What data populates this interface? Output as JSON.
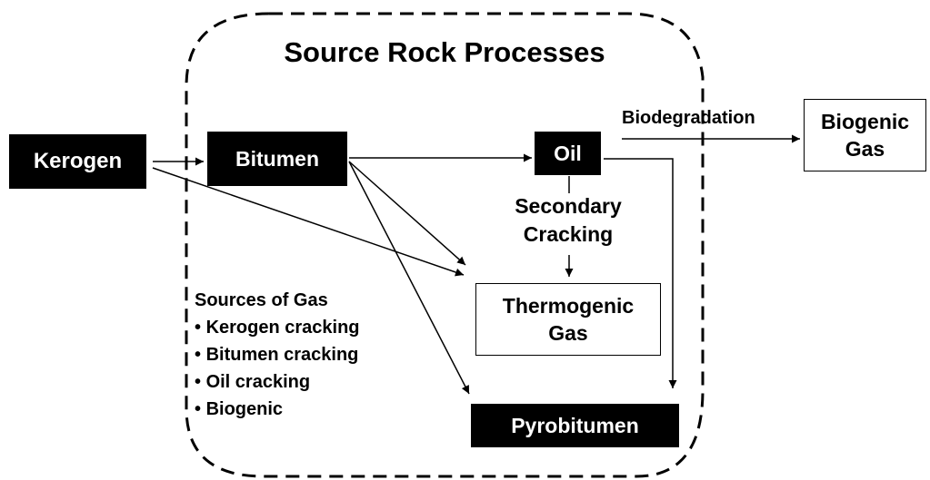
{
  "title": "Source Rock Processes",
  "nodes": {
    "kerogen": "Kerogen",
    "bitumen": "Bitumen",
    "oil": "Oil",
    "pyrobitumen": "Pyrobitumen",
    "thermogenic_gas": [
      "Thermogenic",
      "Gas"
    ],
    "biogenic_gas": [
      "Biogenic",
      "Gas"
    ]
  },
  "edge_labels": {
    "biodegradation": "Biodegradation",
    "secondary_cracking": [
      "Secondary",
      "Cracking"
    ]
  },
  "sources_of_gas": {
    "heading": "Sources of Gas",
    "items": [
      "Kerogen cracking",
      "Bitumen cracking",
      "Oil  cracking",
      "Biogenic"
    ]
  },
  "colors": {
    "node_fill": "#000000",
    "node_text": "#ffffff",
    "line": "#000000"
  }
}
